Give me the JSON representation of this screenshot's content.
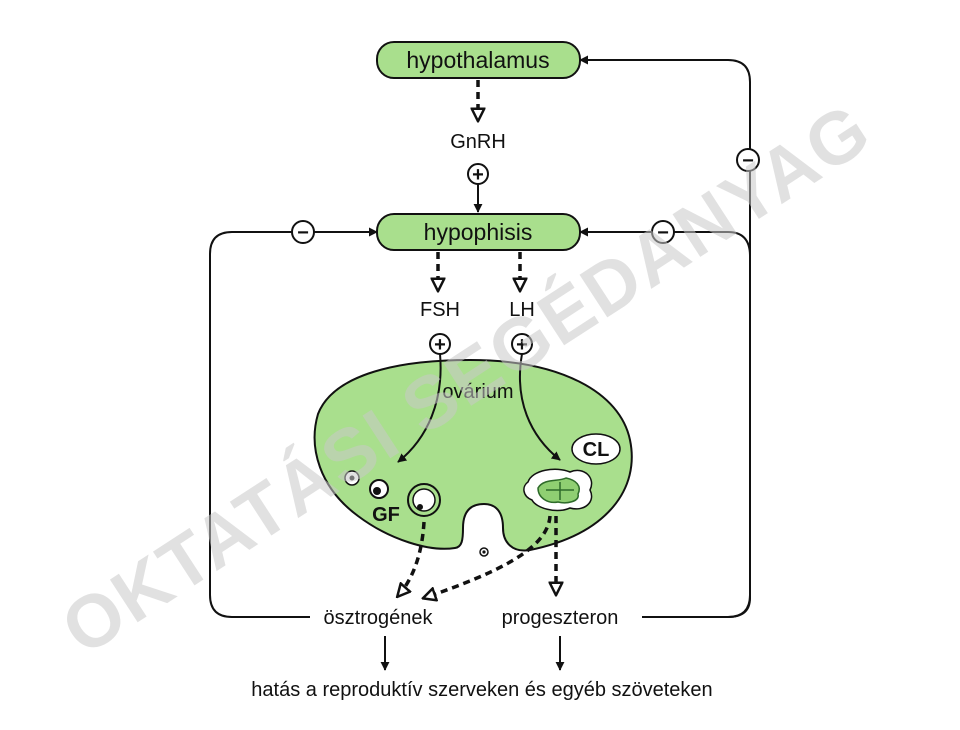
{
  "nodes": {
    "hypothalamus": "hypothalamus",
    "gnrh": "GnRH",
    "hypophisis": "hypophisis",
    "fsh": "FSH",
    "lh": "LH",
    "ovarium": "ovárium",
    "cl": "CL",
    "gf": "GF",
    "osztrogenek": "ösztrogének",
    "progeszteron": "progeszteron",
    "effect": "hatás a reproduktív szerveken és egyéb szöveteken"
  },
  "signs": {
    "plus": "+",
    "minus": "−"
  },
  "watermark": "OKTATÁSI SEGÉDANYAG",
  "colors": {
    "box_fill": "#a9df8d",
    "ovary_fill": "#a9df8d",
    "stroke": "#111111"
  }
}
